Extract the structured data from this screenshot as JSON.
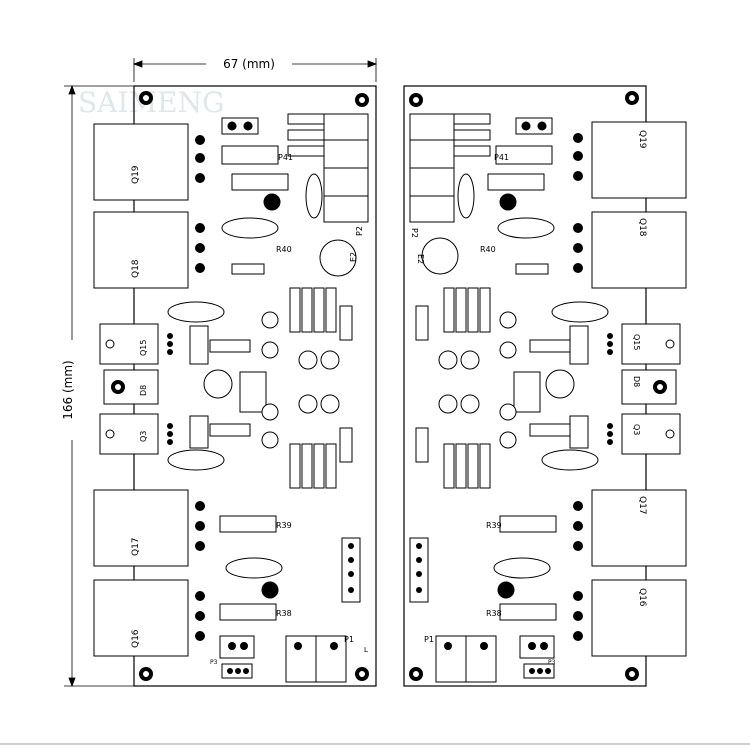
{
  "watermark": "SAIMENG",
  "dims": {
    "width_label": "67 (mm)",
    "height_label": "166 (mm)"
  },
  "left_board": {
    "power_transistors": [
      "Q19",
      "Q18",
      "Q17",
      "Q16"
    ],
    "to220": [
      "Q15",
      "D8",
      "Q3"
    ],
    "resistor_labels": [
      "P41",
      "R40",
      "R39",
      "R38"
    ],
    "cap_label": "E2",
    "connectors": [
      "P2",
      "P1",
      "P3",
      "L"
    ]
  },
  "right_board": {
    "power_transistors": [
      "Q19",
      "Q18",
      "Q17",
      "Q16"
    ],
    "to220": [
      "Q15",
      "D8",
      "Q3"
    ],
    "resistor_labels": [
      "P41",
      "R40",
      "R39",
      "R38"
    ],
    "cap_label": "E2",
    "connectors": [
      "P2",
      "P1",
      "P3"
    ]
  }
}
